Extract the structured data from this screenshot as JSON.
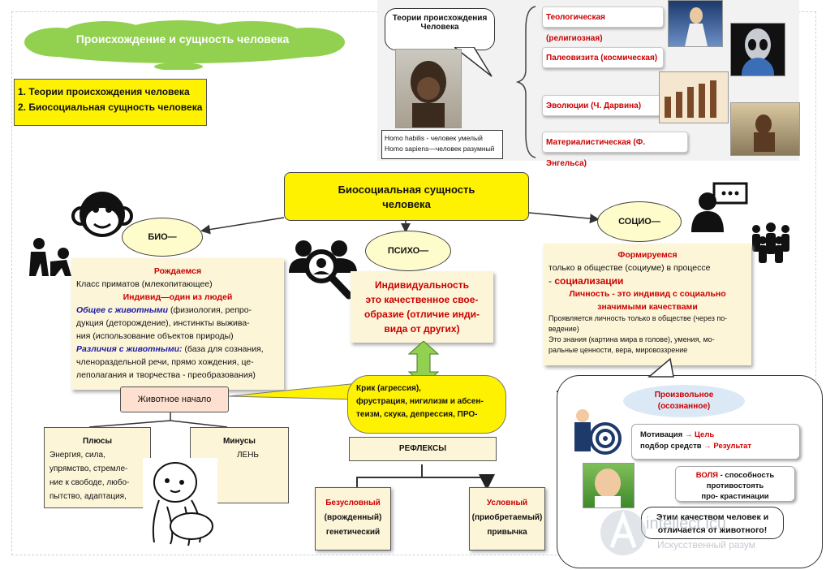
{
  "header": {
    "title": "Происхождение и сущность человека",
    "list": [
      "1. Теории происхождения человека",
      "2. Биосоциальная сущность человека"
    ]
  },
  "theories": {
    "bubble": "Теории происхождения Человека",
    "items": [
      "Теологическая (религиозная)",
      "Палеовизита (космическая)",
      "Эволюции (Ч. Дарвина)",
      "Материалистическая  (Ф. Энгельса)"
    ],
    "homo": [
      "Homo habilis  - человек умелый",
      "Homo sapiens—человек разумный"
    ]
  },
  "main": {
    "title_line1": "Биосоциальная сущность",
    "title_line2": "человека"
  },
  "bio": {
    "label": "БИО—",
    "born": "Рождаемся",
    "class": "Класс приматов (млекопитающее)",
    "individ": "Индивид—один из людей",
    "common_h": "Общее с животными",
    "common_t": " (физиология, репро-",
    "common_l2": "дукция (деторождение), инстинкты выжива-",
    "common_l3": "ния (использование объектов природы)",
    "diff_h": "Различия с животными:",
    "diff_t": " (база для сознания,",
    "diff_l2": "членораздельной речи, прямо хождения, це-",
    "diff_l3": "леполагания и творчества - преобразования)",
    "animal": "Животное начало",
    "plus_title": "Плюсы",
    "plus_l1": "Энергия,          сила,",
    "plus_l2": "упрямство, стремле-",
    "plus_l3": "ние к свободе, любо-",
    "plus_l4": "пытство,  адаптация,",
    "minus_title": "Минусы",
    "minus_text": "ЛЕНЬ"
  },
  "psycho": {
    "label": "ПСИХО—",
    "l1": "Индивидуальность",
    "l2": "это качественное свое-",
    "l3": "образие (отличие инди-",
    "l4": "вида от других)",
    "cloud_l1": "Крик                (агрессия),",
    "cloud_l2": "фрустрация, нигилизм и абсен-",
    "cloud_l3": "теизм, скука, депрессия, ПРО-",
    "reflex": "РЕФЛЕКСЫ",
    "uncond_l1": "Безусловный",
    "uncond_l2": "(врожденный)",
    "uncond_l3": "генетический",
    "cond_l1": "Условный",
    "cond_l2": "(приобретаемый)",
    "cond_l3": "привычка"
  },
  "socio": {
    "label": "СОЦИО—",
    "formed": "Формируемся",
    "l1": "только в обществе (социуме) в процессе",
    "l2a": "- ",
    "l2b": "социализации",
    "l3": "Личность - это индивид с социально",
    "l4": "значимыми качествами",
    "l5": "Проявляется личность только в обществе (через по-",
    "l6": "ведение)",
    "l7": "Это знания (картина мира в голове), умения, мо-",
    "l8": "ральные ценности, вера, мировоззрение"
  },
  "will": {
    "oval_l1": "Произвольное",
    "oval_l2": "(осознанное)",
    "motiv": "Мотивация",
    "goal": "Цель",
    "means": "подбор средств",
    "result": "Результат",
    "volya_a": "ВОЛЯ",
    "volya_b": " - способность",
    "volya_l2": "противостоять",
    "volya_l3a": "про-",
    "volya_l3b": "крастинации",
    "final_l1": "Этим качеством человек и",
    "final_l2": "отличается от животного!"
  },
  "watermark": {
    "l1": "intellect.icu",
    "l2": "Искусственный разум"
  },
  "icons": [
    "cloud-icon",
    "monkey-icon",
    "dog-owner-icon",
    "search-people-icon",
    "speaker-icon",
    "group-icon",
    "target-icon",
    "baby-icon",
    "ape-photo",
    "jesus-photo",
    "alien-photo",
    "evolution-photo",
    "caveman-photo",
    "child-photo"
  ],
  "colors": {
    "yellow": "#fff200",
    "cloud": "#92d050",
    "red": "#c00000",
    "card": "#fdf5d8",
    "peach": "#fde0d0"
  }
}
